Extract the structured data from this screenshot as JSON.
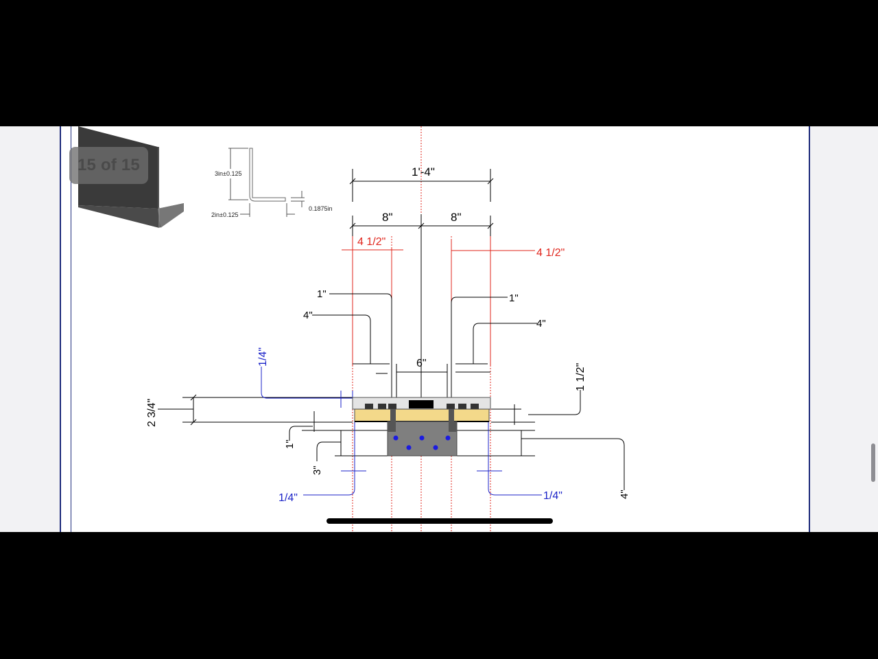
{
  "viewer": {
    "page_counter": "15 of 15"
  },
  "angle_spec": {
    "leg_height": "3in±0.125",
    "leg_width": "2in±0.125",
    "thickness": "0.1875in"
  },
  "dimensions": {
    "overall": "1'-4\"",
    "half_left": "8\"",
    "half_right": "8\"",
    "red_left": "4 1/2\"",
    "red_right": "4 1/2\"",
    "one_inch_left": "1\"",
    "one_inch_right": "1\"",
    "four_inch_left": "4\"",
    "four_inch_right": "4\"",
    "six_inch": "6\"",
    "quarter_top": "1/4\"",
    "two_three_quarter": "2 3/4\"",
    "one_half": "1 1/2\"",
    "one_inch_vertical": "1\"",
    "three_inch": "3\"",
    "four_inch_vertical": "4\"",
    "quarter_bottom_left": "1/4\"",
    "quarter_bottom_right": "1/4\""
  },
  "colors": {
    "dimension_black": "#000000",
    "dimension_red": "#e0241b",
    "dimension_blue": "#1a22c8",
    "plank": "#f3d98a",
    "concrete": "#7f7f7f",
    "rebar": "#1b1be0",
    "page_border": "#1c2a7a"
  }
}
